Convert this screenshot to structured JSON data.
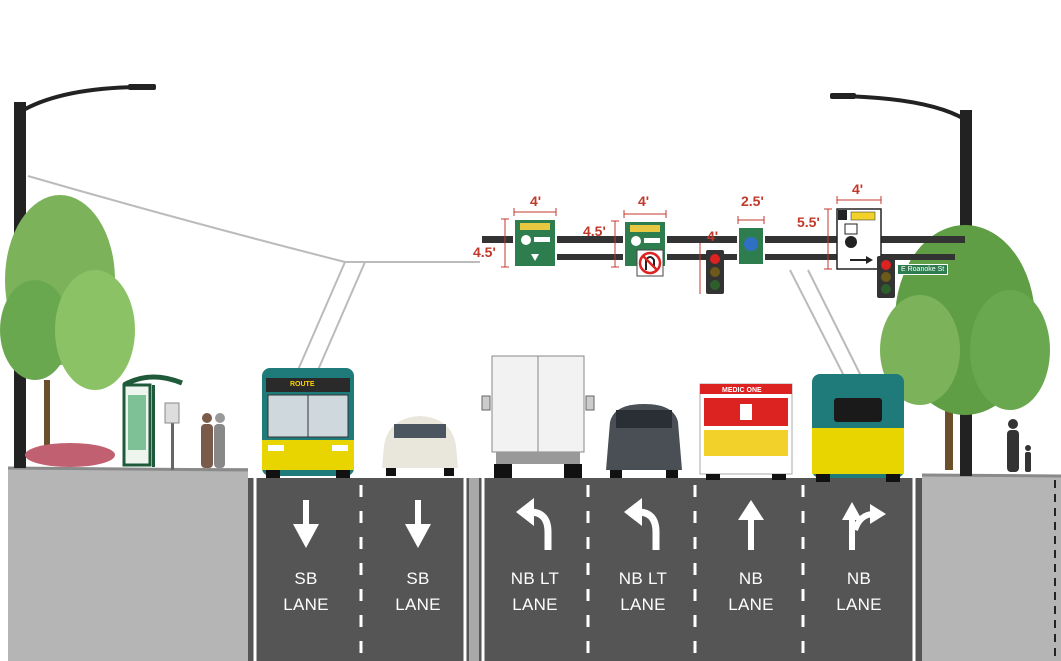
{
  "lanes": [
    {
      "label": "SB\nLANE",
      "arrow": "down-arrow-icon"
    },
    {
      "label": "SB\nLANE",
      "arrow": "down-arrow-icon"
    },
    {
      "label": "NB LT\nLANE",
      "arrow": "left-turn-arrow-icon"
    },
    {
      "label": "NB LT\nLANE",
      "arrow": "left-turn-arrow-icon"
    },
    {
      "label": "NB\nLANE",
      "arrow": "up-arrow-icon"
    },
    {
      "label": "NB\nLANE",
      "arrow": "through-right-arrow-icon"
    }
  ],
  "sign_dimensions": {
    "width_1": "4'",
    "height_1": "4.5'",
    "width_2": "4'",
    "height_2": "4.5'",
    "signal_1": "4'",
    "width_3": "2.5'",
    "height_4": "5.5'",
    "width_4": "4'"
  },
  "street_sign": "E Roanoke St",
  "vehicle_text": {
    "bus": "ROUTE",
    "ambulance": "MEDIC ONE"
  },
  "colors": {
    "road": "#555555",
    "sidewalk": "#b5b5b5",
    "dimension": "#c0392b",
    "sign_green": "#2e7d4f",
    "bus_yellow": "#e8d500",
    "bus_teal": "#1f7a7a",
    "tree": "#6aa84f"
  }
}
